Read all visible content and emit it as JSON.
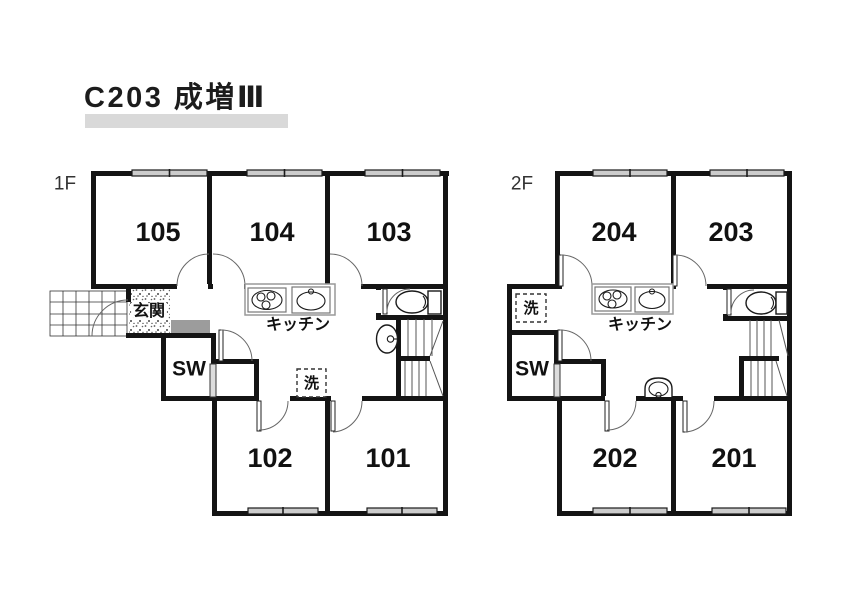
{
  "title": "C203 成増Ⅲ",
  "floors": [
    {
      "label": "1F",
      "rooms": [
        "105",
        "104",
        "103",
        "102",
        "101"
      ],
      "entrance": "玄関",
      "kitchen": "キッチン",
      "storage": "SW",
      "laundry": "洗"
    },
    {
      "label": "2F",
      "rooms": [
        "204",
        "203",
        "202",
        "201"
      ],
      "kitchen": "キッチン",
      "storage": "SW",
      "laundry": "洗"
    }
  ],
  "colors": {
    "wall": "#141414",
    "window_fill": "#cccccc",
    "entrance_mat": "#9c9c9c",
    "title_bar": "#d9d9d9",
    "text": "#111111"
  }
}
